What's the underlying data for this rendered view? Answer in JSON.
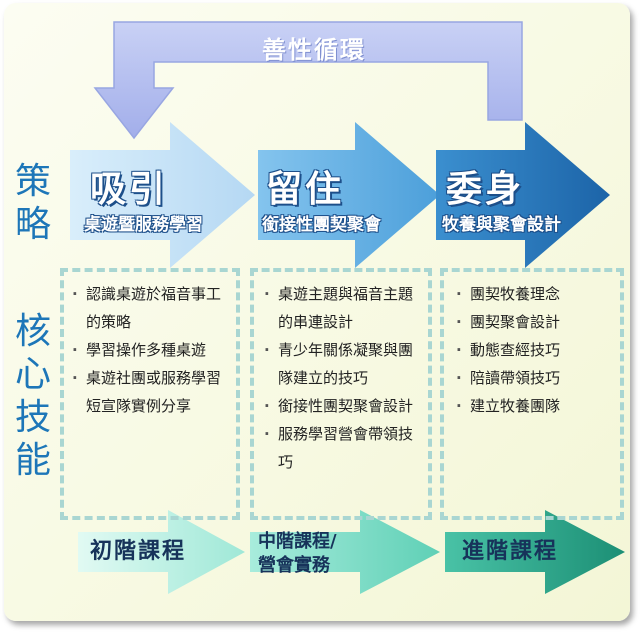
{
  "cycle": {
    "label": "善性循環"
  },
  "row_labels": {
    "strategy": "策略",
    "core_skills": "核心技能"
  },
  "stages": [
    {
      "title": "吸引",
      "subtitle": "桌遊暨服務學習",
      "skills": [
        "認識桌遊於福音事工的策略",
        "學習操作多種桌遊",
        "桌遊社團或服務學習短宣隊實例分享"
      ],
      "course": [
        "初階課程"
      ]
    },
    {
      "title": "留住",
      "subtitle": "銜接性團契聚會",
      "skills": [
        "桌遊主題與福音主題的串連設計",
        "青少年關係凝聚與團隊建立的技巧",
        "銜接性團契聚會設計",
        "服務學習營會帶領技巧"
      ],
      "course": [
        "中階課程/",
        "營會實務"
      ]
    },
    {
      "title": "委身",
      "subtitle": "牧養與聚會設計",
      "skills": [
        "團契牧養理念",
        "團契聚會設計",
        "動態查經技巧",
        "陪讀帶領技巧",
        "建立牧養團隊"
      ],
      "course": [
        "進階課程"
      ]
    }
  ],
  "colors": {
    "cycle_arrow": "#aeb9ec",
    "stage_arrows": [
      "#c6e2f7",
      "#6ab4e6",
      "#2a7fc2"
    ],
    "course_arrows": [
      "#b6f0e4",
      "#79ddc7",
      "#2aa88d"
    ],
    "dashed_border": "#a9d6d2",
    "row_label": "#1d76b8"
  }
}
